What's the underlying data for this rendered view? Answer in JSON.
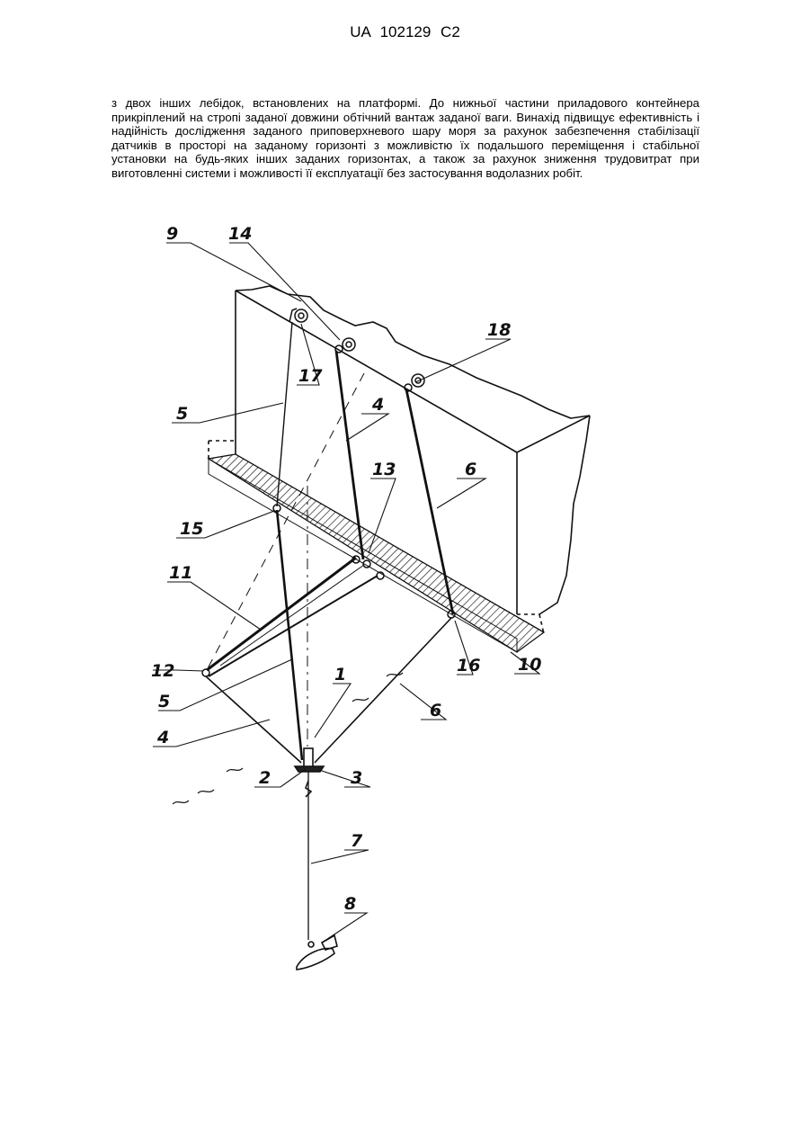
{
  "header": {
    "patent_number": "UA   102129   C2"
  },
  "abstract": {
    "text": "з двох інших лебідок, встановлених на платформі. До нижньої частини приладового контейнера прикріплений на стропі заданої довжини обтічний вантаж заданої ваги. Винахід підвищує ефективність і надійність дослідження заданого приповерхневого шару моря за рахунок забезпечення стабілізації датчиків в просторі на заданому горизонті з можливістю їх подальшого переміщення і стабільної установки на будь-яких інших заданих горизонтах, а також за рахунок зниження трудовитрат при виготовленні системи і можливості її експлуатації без застосування водолазних робіт."
  },
  "figure": {
    "labels": {
      "l1": "1",
      "l2": "2",
      "l3": "3",
      "l4a": "4",
      "l4b": "4",
      "l5a": "5",
      "l5b": "5",
      "l6a": "6",
      "l6b": "6",
      "l7": "7",
      "l8": "8",
      "l9": "9",
      "l10": "10",
      "l11": "11",
      "l12": "12",
      "l13": "13",
      "l14": "14",
      "l15": "15",
      "l16": "16",
      "l17": "17",
      "l18": "18"
    }
  }
}
